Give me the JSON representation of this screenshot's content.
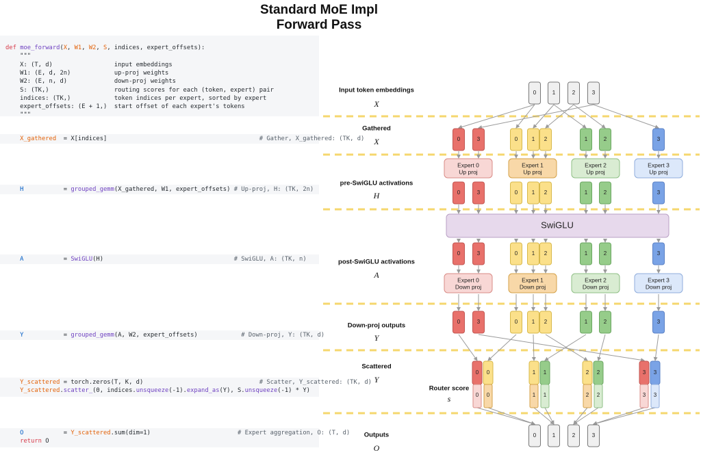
{
  "title": [
    "Standard MoE Impl",
    "Forward Pass"
  ],
  "code": {
    "header": [
      [
        [
          "kw",
          "def "
        ],
        [
          "fn",
          "moe_forward"
        ],
        [
          "t",
          "("
        ],
        [
          "vr",
          "X"
        ],
        [
          "t",
          ", "
        ],
        [
          "vr",
          "W1"
        ],
        [
          "t",
          ", "
        ],
        [
          "vr",
          "W2"
        ],
        [
          "t",
          ", "
        ],
        [
          "vr",
          "S"
        ],
        [
          "t",
          ", indices, expert_offsets):"
        ]
      ],
      [
        [
          "t",
          "    \"\"\""
        ]
      ],
      [
        [
          "t",
          "    X: (T, d)                 input embeddings"
        ]
      ],
      [
        [
          "t",
          "    W1: (E, d, 2n)            up-proj weights"
        ]
      ],
      [
        [
          "t",
          "    W2: (E, n, d)             down-proj weights"
        ]
      ],
      [
        [
          "t",
          "    S: (TK,)                  routing scores for each (token, expert) pair"
        ]
      ],
      [
        [
          "t",
          "    indices: (TK,)            token indices per expert, sorted by expert"
        ]
      ],
      [
        [
          "t",
          "    expert_offsets: (E + 1,)  start offset of each expert's tokens"
        ]
      ],
      [
        [
          "t",
          "    \"\"\""
        ]
      ]
    ],
    "lines": [
      [
        [
          "vr",
          "    X_gathered"
        ],
        [
          "t",
          "  = X[indices]                                          "
        ],
        [
          "cm",
          "# Gather, X_gathered: (TK, d)"
        ]
      ],
      [
        [
          "nm",
          "    H"
        ],
        [
          "t",
          "           = "
        ],
        [
          "fn",
          "grouped_gemm"
        ],
        [
          "t",
          "(X_gathered, W1, expert_offsets) "
        ],
        [
          "cm",
          "# Up-proj, H: (TK, 2n)"
        ]
      ],
      [
        [
          "nm",
          "    A"
        ],
        [
          "t",
          "           = "
        ],
        [
          "fn",
          "SwiGLU"
        ],
        [
          "t",
          "(H)                                    "
        ],
        [
          "cm",
          "# SwiGLU, A: (TK, n)"
        ]
      ],
      [
        [
          "nm",
          "    Y"
        ],
        [
          "t",
          "           = "
        ],
        [
          "fn",
          "grouped_gemm"
        ],
        [
          "t",
          "(A, W2, expert_offsets)            "
        ],
        [
          "cm",
          "# Down-proj, Y: (TK, d)"
        ]
      ],
      [
        [
          "vr",
          "    Y_scattered"
        ],
        [
          "t",
          " = torch.zeros(T, K, d)                                "
        ],
        [
          "cm",
          "# Scatter, Y_scattered: (TK, d)"
        ]
      ],
      [
        [
          "vr",
          "    Y_scattered"
        ],
        [
          "t",
          "."
        ],
        [
          "fn",
          "scatter_"
        ],
        [
          "t",
          "(0, indices."
        ],
        [
          "fn",
          "unsqueeze"
        ],
        [
          "t",
          "(-1)."
        ],
        [
          "fn",
          "expand_as"
        ],
        [
          "t",
          "(Y), S."
        ],
        [
          "fn",
          "unsqueeze"
        ],
        [
          "t",
          "(-1) * Y)"
        ]
      ],
      [
        [
          "nm",
          "    O"
        ],
        [
          "t",
          "           = "
        ],
        [
          "vr",
          "Y_scattered"
        ],
        [
          "t",
          ".sum(dim=1)                        "
        ],
        [
          "cm",
          "# Expert aggregation, O: (T, d)"
        ]
      ],
      [
        [
          "t",
          "    "
        ],
        [
          "kw",
          "return "
        ],
        [
          "t",
          "O"
        ]
      ]
    ]
  },
  "stages": [
    {
      "label": "Input token embeddings",
      "var": "X"
    },
    {
      "label": "Gathered",
      "var": "X"
    },
    {
      "label": "pre-SwiGLU activations",
      "var": "H"
    },
    {
      "label": "post-SwiGLU activations",
      "var": "A"
    },
    {
      "label": "Down-proj outputs",
      "var": "Y"
    },
    {
      "label": "Scattered",
      "var": "Y"
    },
    {
      "label": "Outputs",
      "var": "O"
    }
  ],
  "router": {
    "label": "Router score",
    "var": "s"
  },
  "swiglu_label": "SwiGLU",
  "input_tokens": [
    "0",
    "1",
    "2",
    "3"
  ],
  "output_tokens": [
    "0",
    "1",
    "2",
    "3"
  ],
  "experts": [
    {
      "name": "Expert 0",
      "up": "Up proj",
      "down": "Down proj",
      "tokens": [
        "0",
        "3"
      ],
      "fill": "#f8d7d5",
      "stroke": "#d98b86",
      "tok_fill": "#e8716b",
      "tok_stroke": "#c25550"
    },
    {
      "name": "Expert 1",
      "up": "Up proj",
      "down": "Down proj",
      "tokens": [
        "0",
        "1",
        "2"
      ],
      "fill": "#f8d8a8",
      "stroke": "#d4a24a",
      "tok_fill": "#fbe08a",
      "tok_stroke": "#d7b84a"
    },
    {
      "name": "Expert 2",
      "up": "Up proj",
      "down": "Down proj",
      "tokens": [
        "1",
        "2"
      ],
      "fill": "#d9ecd2",
      "stroke": "#8fbf85",
      "tok_fill": "#96cc8a",
      "tok_stroke": "#6aa660"
    },
    {
      "name": "Expert 3",
      "up": "Up proj",
      "down": "Down proj",
      "tokens": [
        "3"
      ],
      "fill": "#dce8fa",
      "stroke": "#90addc",
      "tok_fill": "#7aa3e6",
      "tok_stroke": "#5a80c5"
    }
  ],
  "scattered": [
    {
      "pair": [
        "0",
        "0"
      ],
      "colors": [
        0,
        1
      ]
    },
    {
      "pair": [
        "1",
        "1"
      ],
      "colors": [
        1,
        2
      ]
    },
    {
      "pair": [
        "2",
        "2"
      ],
      "colors": [
        1,
        2
      ]
    },
    {
      "pair": [
        "3",
        "3"
      ],
      "colors": [
        0,
        3
      ]
    }
  ],
  "colors": {
    "divider": "#f5d76e",
    "arrow": "#9a9a9a",
    "swiglu_fill": "#e7d9ec",
    "swiglu_stroke": "#b9a0c4",
    "neutral_fill": "#f0f0f0",
    "neutral_stroke": "#777777"
  }
}
